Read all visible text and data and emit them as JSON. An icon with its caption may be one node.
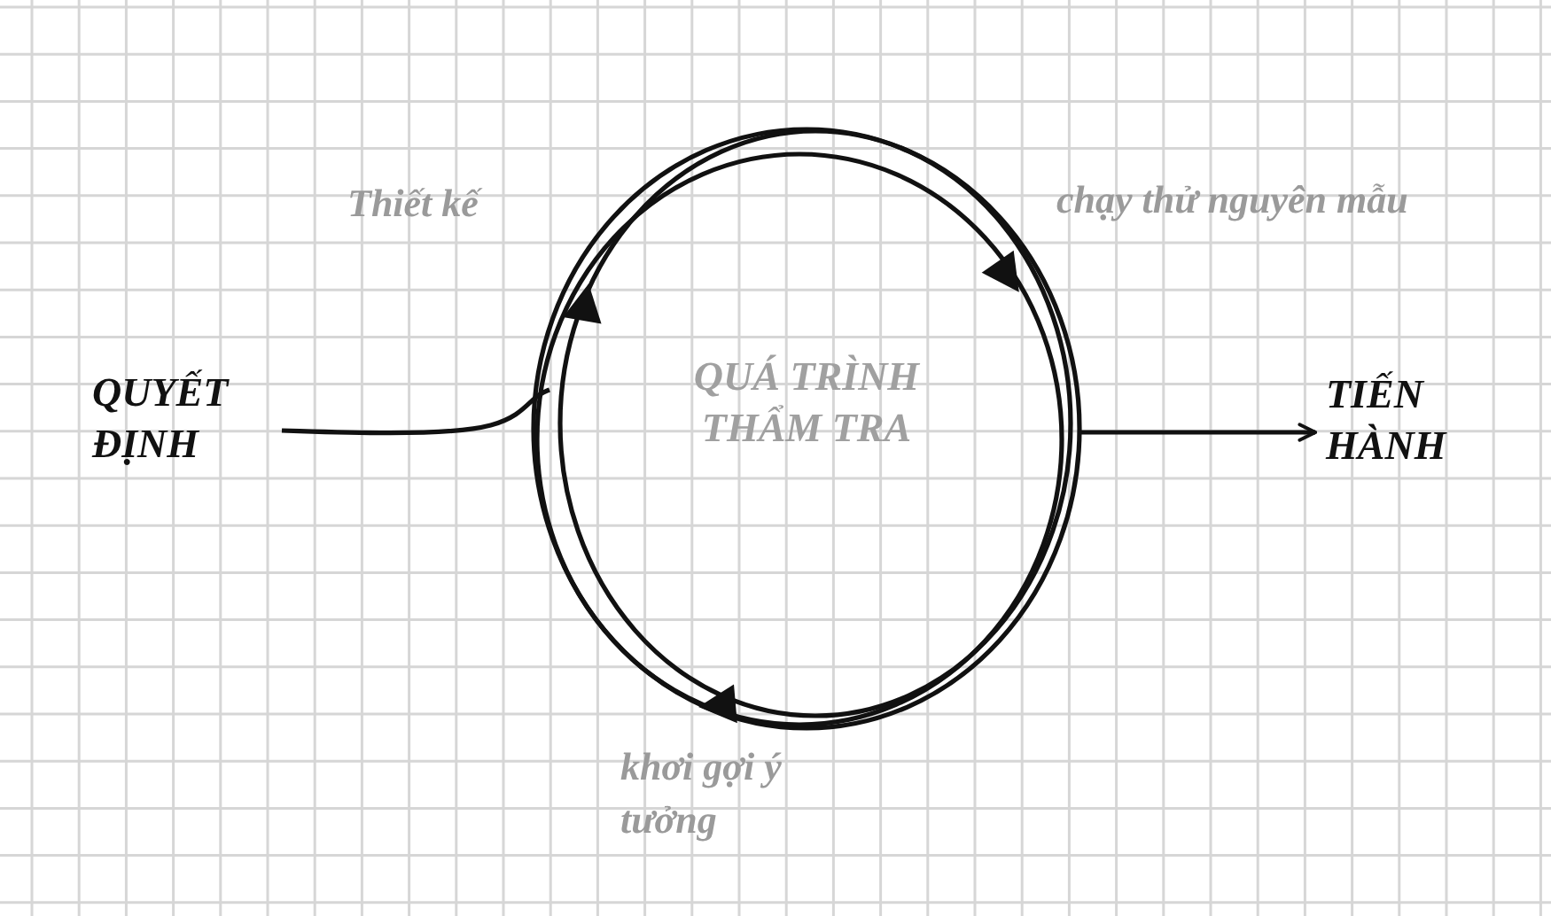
{
  "diagram": {
    "nodes": [
      {
        "text": [
          "QUYẾT ĐỊNH"
        ]
      },
      {
        "text": [
          "QUÁ TRÌNH THẨM TRA"
        ]
      },
      {
        "text": [
          "TIẾN HÀNH"
        ]
      }
    ],
    "edges": [
      {
        "from": 0,
        "to": 1,
        "arrow": "none"
      },
      {
        "from": 1,
        "to": 2,
        "arrow": "to"
      }
    ],
    "labels": [
      "Thiết kế",
      "chạy thử nguyên mẫu",
      "khơi gợi ý tưởng"
    ]
  }
}
